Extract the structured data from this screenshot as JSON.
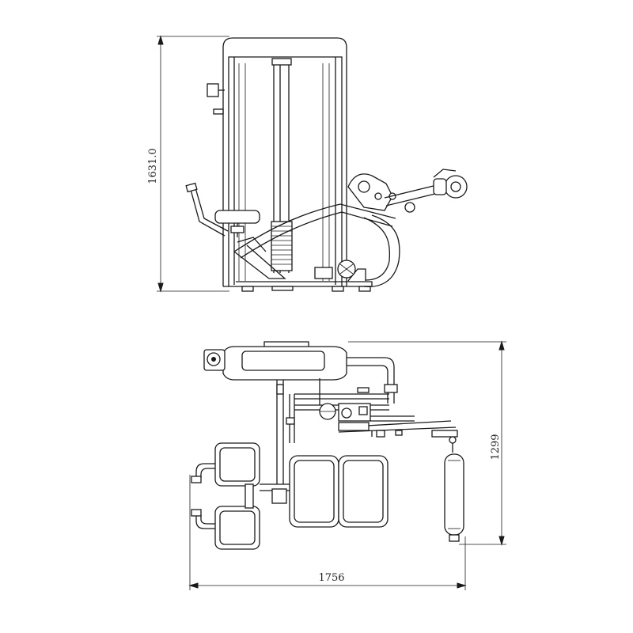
{
  "side_view": {
    "height_dimension": "1631.0"
  },
  "top_view": {
    "depth_dimension": "1299",
    "length_dimension": "1756"
  }
}
